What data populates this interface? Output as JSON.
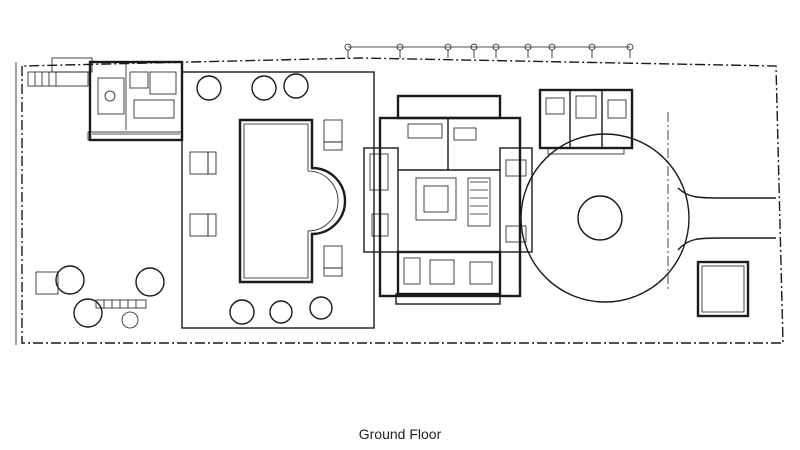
{
  "caption": "Ground Floor",
  "colors": {
    "ink": "#1a1a1a",
    "paper": "#ffffff"
  },
  "plan": {
    "areas": [
      "site-boundary",
      "pool-deck",
      "swimming-pool",
      "guest-house",
      "main-house",
      "service-building",
      "circular-driveway",
      "garage-pad",
      "garden"
    ]
  }
}
